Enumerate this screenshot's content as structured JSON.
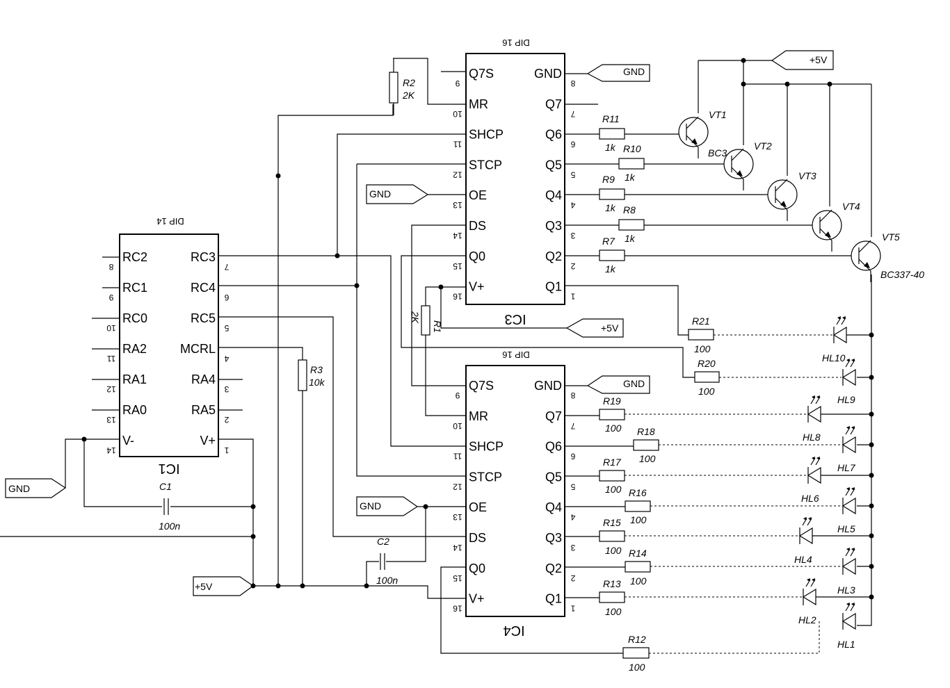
{
  "ics": {
    "ic1": {
      "name": "IC1",
      "package": "DIP 14",
      "left_pins": [
        {
          "label": "RC2",
          "num": "8"
        },
        {
          "label": "RC1",
          "num": "9"
        },
        {
          "label": "RC0",
          "num": "10"
        },
        {
          "label": "RA2",
          "num": "11"
        },
        {
          "label": "RA1",
          "num": "12"
        },
        {
          "label": "RA0",
          "num": "13"
        },
        {
          "label": "V-",
          "num": "14"
        }
      ],
      "right_pins": [
        {
          "label": "RC3",
          "num": "7"
        },
        {
          "label": "RC4",
          "num": "6"
        },
        {
          "label": "RC5",
          "num": "5"
        },
        {
          "label": "MCRL",
          "num": "4"
        },
        {
          "label": "RA4",
          "num": "3"
        },
        {
          "label": "RA5",
          "num": "2"
        },
        {
          "label": "V+",
          "num": "1"
        }
      ]
    },
    "ic3": {
      "name": "IC3",
      "package": "DIP 16",
      "left_pins": [
        {
          "label": "Q7S",
          "num": "9"
        },
        {
          "label": "MR",
          "num": "10"
        },
        {
          "label": "SHCP",
          "num": "11"
        },
        {
          "label": "STCP",
          "num": "12"
        },
        {
          "label": "OE",
          "num": "13"
        },
        {
          "label": "DS",
          "num": "14"
        },
        {
          "label": "Q0",
          "num": "15"
        },
        {
          "label": "V+",
          "num": "16"
        }
      ],
      "right_pins": [
        {
          "label": "GND",
          "num": "8"
        },
        {
          "label": "Q7",
          "num": "7"
        },
        {
          "label": "Q6",
          "num": "6"
        },
        {
          "label": "Q5",
          "num": "5"
        },
        {
          "label": "Q4",
          "num": "4"
        },
        {
          "label": "Q3",
          "num": "3"
        },
        {
          "label": "Q2",
          "num": "2"
        },
        {
          "label": "Q1",
          "num": "1"
        }
      ]
    },
    "ic4": {
      "name": "IC4",
      "package": "DIP 16",
      "left_pins": [
        {
          "label": "Q7S",
          "num": "9"
        },
        {
          "label": "MR",
          "num": "10"
        },
        {
          "label": "SHCP",
          "num": "11"
        },
        {
          "label": "STCP",
          "num": "12"
        },
        {
          "label": "OE",
          "num": "13"
        },
        {
          "label": "DS",
          "num": "14"
        },
        {
          "label": "Q0",
          "num": "15"
        },
        {
          "label": "V+",
          "num": "16"
        }
      ],
      "right_pins": [
        {
          "label": "GND",
          "num": "8"
        },
        {
          "label": "Q7",
          "num": "7"
        },
        {
          "label": "Q6",
          "num": "6"
        },
        {
          "label": "Q5",
          "num": "5"
        },
        {
          "label": "Q4",
          "num": "4"
        },
        {
          "label": "Q3",
          "num": "3"
        },
        {
          "label": "Q2",
          "num": "2"
        },
        {
          "label": "Q1",
          "num": "1"
        }
      ]
    }
  },
  "ports": {
    "gnd_ic3": "GND",
    "vcc_top": "+5V",
    "gnd_oe3": "GND",
    "vcc_ic3": "+5V",
    "gnd_ic4": "GND",
    "gnd_left": "GND",
    "gnd_oe4": "GND",
    "vcc_left": "+5V"
  },
  "resistors": {
    "r2": {
      "name": "R2",
      "value": "2K"
    },
    "r1": {
      "name": "R1",
      "value": "2K"
    },
    "r3": {
      "name": "R3",
      "value": "10k"
    },
    "r11": {
      "name": "R11",
      "value": "1k"
    },
    "r10": {
      "name": "R10",
      "value": "1k"
    },
    "r9": {
      "name": "R9",
      "value": "1k"
    },
    "r8": {
      "name": "R8",
      "value": "1k"
    },
    "r7": {
      "name": "R7",
      "value": "1k"
    },
    "r21": {
      "name": "R21",
      "value": "100"
    },
    "r20": {
      "name": "R20",
      "value": "100"
    },
    "r19": {
      "name": "R19",
      "value": "100"
    },
    "r18": {
      "name": "R18",
      "value": "100"
    },
    "r17": {
      "name": "R17",
      "value": "100"
    },
    "r16": {
      "name": "R16",
      "value": "100"
    },
    "r15": {
      "name": "R15",
      "value": "100"
    },
    "r14": {
      "name": "R14",
      "value": "100"
    },
    "r13": {
      "name": "R13",
      "value": "100"
    },
    "r12": {
      "name": "R12",
      "value": "100"
    }
  },
  "capacitors": {
    "c1": {
      "name": "C1",
      "value": "100n"
    },
    "c2": {
      "name": "C2",
      "value": "100n"
    }
  },
  "transistors": {
    "vt1": {
      "name": "VT1"
    },
    "vt2": {
      "name": "VT2",
      "part": "BC3"
    },
    "vt3": {
      "name": "VT3"
    },
    "vt4": {
      "name": "VT4"
    },
    "vt5": {
      "name": "VT5",
      "part": "BC337-40"
    }
  },
  "leds": {
    "hl10": "HL10",
    "hl9": "HL9",
    "hl8": "HL8",
    "hl7": "HL7",
    "hl6": "HL6",
    "hl5": "HL5",
    "hl4": "HL4",
    "hl3": "HL3",
    "hl2": "HL2",
    "hl1": "HL1"
  }
}
